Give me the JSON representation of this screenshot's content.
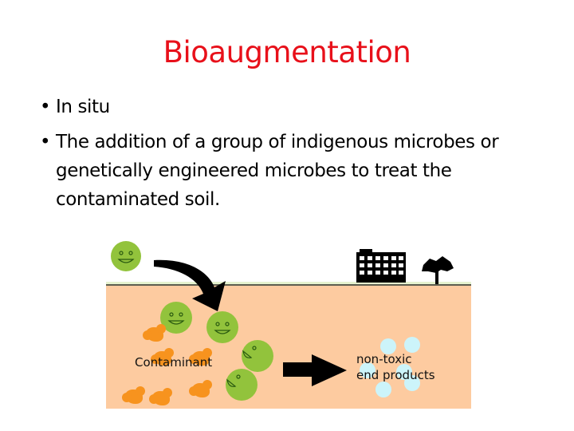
{
  "slide": {
    "title": "Bioaugmentation",
    "bullets": [
      {
        "text": "In situ"
      },
      {
        "text": "The addition of a group of indigenous microbes or genetically engineered microbes to treat the contaminated soil."
      }
    ],
    "bullet_glyph": "•"
  },
  "diagram": {
    "contaminant_label": "Contaminant",
    "product_label_line1": "non-toxic",
    "product_label_line2": "end products",
    "colors": {
      "soil": "#fdcba0",
      "microbe": "#92c33c",
      "contaminant": "#f7931e",
      "product": "#ccf4fa",
      "title": "#e8101a"
    }
  }
}
